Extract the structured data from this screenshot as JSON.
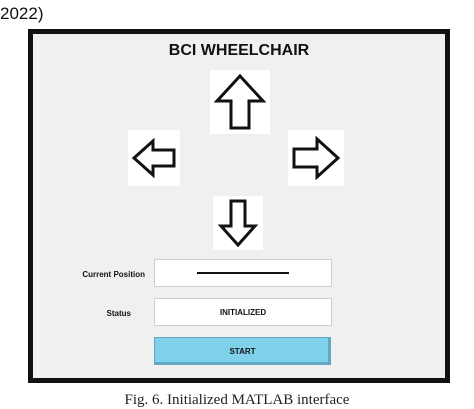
{
  "page": {
    "top_fragment": "2022)",
    "caption": "Fig. 6. Initialized MATLAB interface"
  },
  "app": {
    "title": "BCI WHEELCHAIR",
    "controls": {
      "up": "arrow-up-icon",
      "left": "arrow-left-icon",
      "right": "arrow-right-icon",
      "down": "arrow-down-icon"
    },
    "current_position_label": "Current Position",
    "status_label": "Status",
    "status_value": "INITIALIZED",
    "start_label": "START",
    "colors": {
      "window_bg": "#f0f0f0",
      "border": "#111111",
      "start_button": "#7fd0ea"
    }
  }
}
